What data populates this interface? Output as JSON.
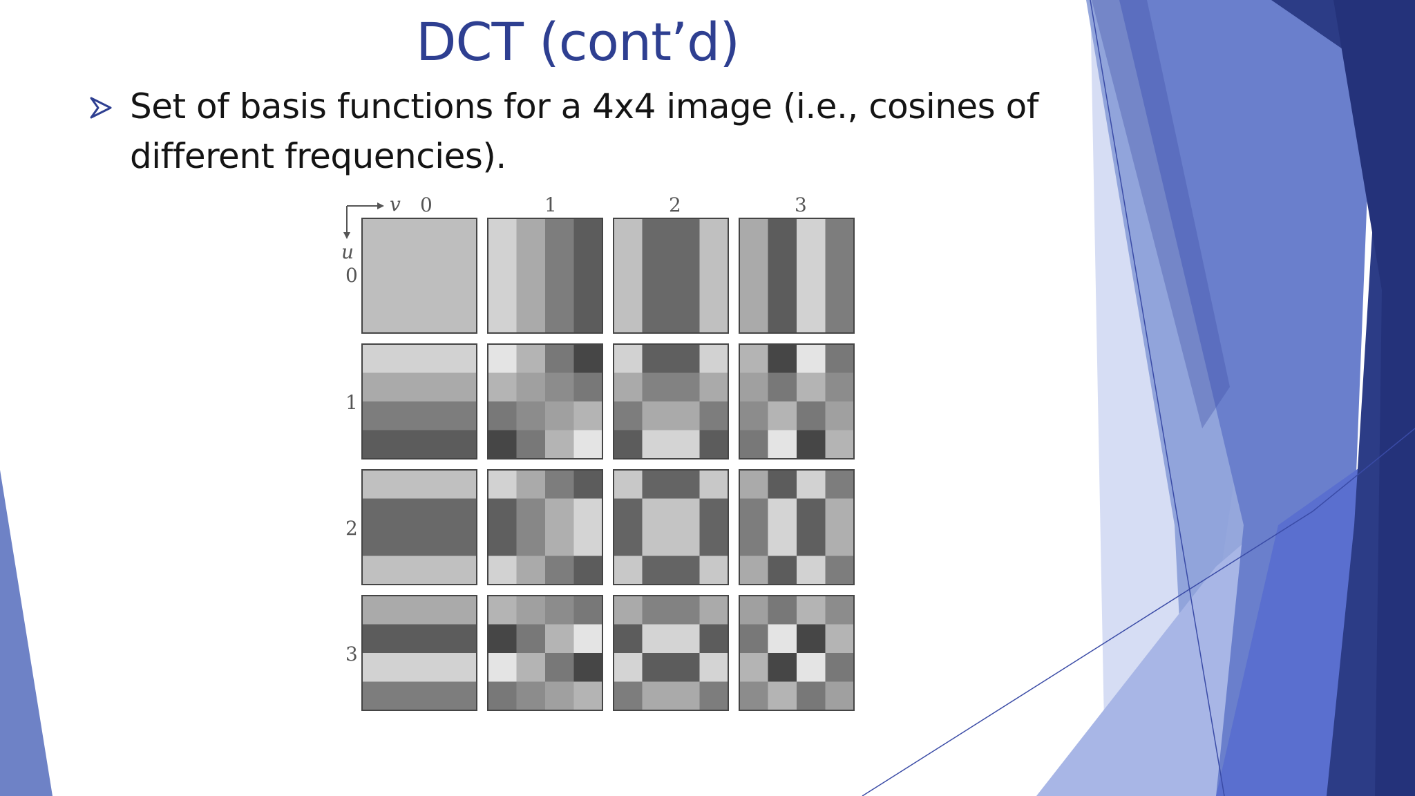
{
  "slide": {
    "title": "DCT (cont’d)",
    "bullet": "Set of  basis functions for a 4x4 image (i.e., cosines of different frequencies).",
    "bullet_icon": "arrowhead-bullet-icon"
  },
  "figure": {
    "axis_v_label": "v",
    "axis_u_label": "u",
    "col_labels": [
      "0",
      "1",
      "2",
      "3"
    ],
    "row_labels": [
      "0",
      "1",
      "2",
      "3"
    ],
    "basis": {
      "description_grid": "4x4 cells per basis, gray level from cos products",
      "tones": {
        "00": [
          [
            190,
            190,
            190,
            190
          ],
          [
            190,
            190,
            190,
            190
          ],
          [
            190,
            190,
            190,
            190
          ],
          [
            190,
            190,
            190,
            190
          ]
        ],
        "01": [
          [
            210,
            170,
            125,
            92
          ],
          [
            210,
            170,
            125,
            92
          ],
          [
            210,
            170,
            125,
            92
          ],
          [
            210,
            170,
            125,
            92
          ]
        ],
        "02": [
          [
            192,
            105,
            105,
            192
          ],
          [
            192,
            105,
            105,
            192
          ],
          [
            192,
            105,
            105,
            192
          ],
          [
            192,
            105,
            105,
            192
          ]
        ],
        "03": [
          [
            170,
            92,
            210,
            125
          ],
          [
            170,
            92,
            210,
            125
          ],
          [
            170,
            92,
            210,
            125
          ],
          [
            170,
            92,
            210,
            125
          ]
        ],
        "10": [
          [
            210,
            210,
            210,
            210
          ],
          [
            170,
            170,
            170,
            170
          ],
          [
            125,
            125,
            125,
            125
          ],
          [
            92,
            92,
            92,
            92
          ]
        ],
        "11": [
          [
            228,
            180,
            120,
            70
          ],
          [
            180,
            160,
            140,
            120
          ],
          [
            120,
            140,
            160,
            180
          ],
          [
            70,
            120,
            180,
            228
          ]
        ],
        "12": [
          [
            210,
            95,
            95,
            210
          ],
          [
            170,
            130,
            130,
            170
          ],
          [
            125,
            170,
            170,
            125
          ],
          [
            92,
            212,
            212,
            92
          ]
        ],
        "13": [
          [
            180,
            70,
            228,
            120
          ],
          [
            160,
            120,
            180,
            140
          ],
          [
            140,
            180,
            120,
            160
          ],
          [
            120,
            228,
            70,
            180
          ]
        ],
        "20": [
          [
            192,
            192,
            192,
            192
          ],
          [
            105,
            105,
            105,
            105
          ],
          [
            105,
            105,
            105,
            105
          ],
          [
            192,
            192,
            192,
            192
          ]
        ],
        "21": [
          [
            210,
            170,
            125,
            92
          ],
          [
            95,
            135,
            175,
            212
          ],
          [
            95,
            135,
            175,
            212
          ],
          [
            210,
            170,
            125,
            92
          ]
        ],
        "22": [
          [
            200,
            100,
            100,
            200
          ],
          [
            100,
            196,
            196,
            100
          ],
          [
            100,
            196,
            196,
            100
          ],
          [
            200,
            100,
            100,
            200
          ]
        ],
        "23": [
          [
            170,
            92,
            210,
            125
          ],
          [
            125,
            212,
            95,
            175
          ],
          [
            125,
            212,
            95,
            175
          ],
          [
            170,
            92,
            210,
            125
          ]
        ],
        "30": [
          [
            170,
            170,
            170,
            170
          ],
          [
            92,
            92,
            92,
            92
          ],
          [
            210,
            210,
            210,
            210
          ],
          [
            125,
            125,
            125,
            125
          ]
        ],
        "31": [
          [
            180,
            160,
            140,
            120
          ],
          [
            70,
            120,
            180,
            228
          ],
          [
            228,
            180,
            120,
            70
          ],
          [
            120,
            140,
            160,
            180
          ]
        ],
        "32": [
          [
            170,
            130,
            130,
            170
          ],
          [
            92,
            212,
            212,
            92
          ],
          [
            212,
            92,
            92,
            212
          ],
          [
            125,
            170,
            170,
            125
          ]
        ],
        "33": [
          [
            160,
            120,
            180,
            140
          ],
          [
            120,
            228,
            70,
            180
          ],
          [
            180,
            70,
            228,
            120
          ],
          [
            140,
            180,
            120,
            160
          ]
        ]
      }
    }
  },
  "colors": {
    "title": "#2e3f91",
    "bullet_marker": "#2e3f91",
    "decor_dark": "#27367a",
    "decor_mid": "#4a5fb5",
    "decor_light": "#8b9fd8",
    "decor_pale": "#c9d2f0"
  }
}
